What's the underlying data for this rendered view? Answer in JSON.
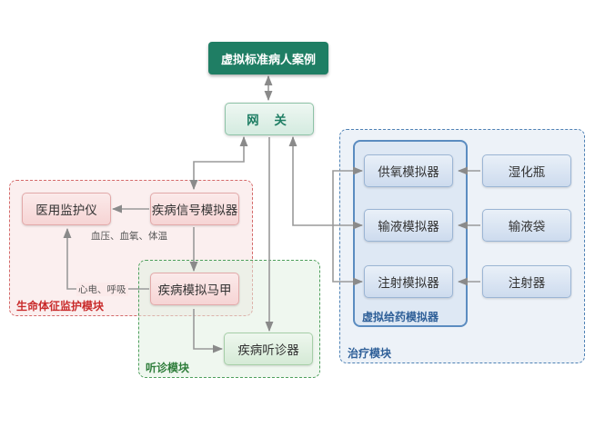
{
  "nodes": {
    "case": "虚拟标准病人案例",
    "gateway": "网 关",
    "monitor": "医用监护仪",
    "signal_sim": "疾病信号模拟器",
    "vest": "疾病模拟马甲",
    "stethoscope": "疾病听诊器",
    "oxygen_sim": "供氧模拟器",
    "infusion_sim": "输液模拟器",
    "injection_sim": "注射模拟器",
    "humidifier": "湿化瓶",
    "infusion_bag": "输液袋",
    "syringe": "注射器"
  },
  "regions": {
    "vital": "生命体征监护模块",
    "auscultation": "听诊模块",
    "treatment": "治疗模块",
    "drug_sim": "虚拟给药模拟器"
  },
  "annotations": {
    "signals": "血压、血氧、体温",
    "heart_breath": "心电、呼吸"
  },
  "colors": {
    "dark_green": "#1f7e64",
    "red_region": "#d46a6a",
    "green_region": "#4e9f5c",
    "blue_region": "#4f82b5"
  }
}
